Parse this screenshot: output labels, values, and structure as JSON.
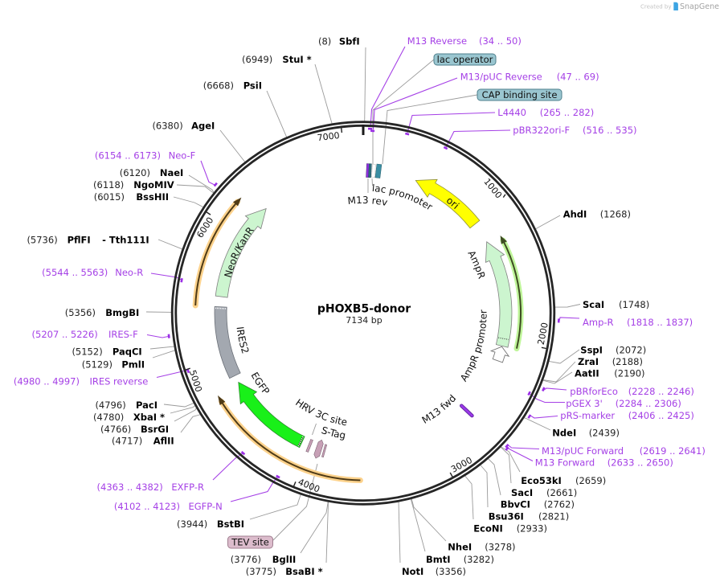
{
  "watermark": {
    "prefix": "Created by",
    "brand": "SnapGene"
  },
  "map": {
    "name": "pHOXB5-donor",
    "size": "7134 bp"
  },
  "ticks": [
    "1000",
    "2000",
    "3000",
    "4000",
    "5000",
    "6000",
    "7000"
  ],
  "features": [
    {
      "label": "ori"
    },
    {
      "label": "lac promoter"
    },
    {
      "label": "M13 rev"
    },
    {
      "label": "AmpR"
    },
    {
      "label": "AmpR promoter"
    },
    {
      "label": "M13 fwd"
    },
    {
      "label": "NeoR/KanR"
    },
    {
      "label": "IRES2"
    },
    {
      "label": "EGFP"
    },
    {
      "label": "HRV 3C site"
    },
    {
      "label": "S-Tag"
    }
  ],
  "feature_boxes": {
    "lac_operator": "lac operator",
    "cap_binding_site": "CAP binding site",
    "tev_site": "TEV site"
  },
  "enzymes": [
    {
      "name": "SbfI",
      "pos": "(8)"
    },
    {
      "name": "StuI *",
      "pos": "(6949)"
    },
    {
      "name": "PsiI",
      "pos": "(6668)"
    },
    {
      "name": "AgeI",
      "pos": "(6380)"
    },
    {
      "name": "NaeI",
      "pos": "(6120)"
    },
    {
      "name": "NgoMIV",
      "pos": "(6118)"
    },
    {
      "name": "BssHII",
      "pos": "(6015)"
    },
    {
      "name": "PflFI",
      "alt": "- Tth111I",
      "pos": "(5736)"
    },
    {
      "name": "BmgBI",
      "pos": "(5356)"
    },
    {
      "name": "PaqCI",
      "pos": "(5152)"
    },
    {
      "name": "PmlI",
      "pos": "(5129)"
    },
    {
      "name": "PacI",
      "pos": "(4796)"
    },
    {
      "name": "XbaI *",
      "pos": "(4780)"
    },
    {
      "name": "BsrGI",
      "pos": "(4766)"
    },
    {
      "name": "AflII",
      "pos": "(4717)"
    },
    {
      "name": "BstBI",
      "pos": "(3944)"
    },
    {
      "name": "BglII",
      "pos": "(3776)"
    },
    {
      "name": "BsaBI *",
      "pos": "(3775)"
    },
    {
      "name": "NotI",
      "pos": "(3356)"
    },
    {
      "name": "BmtI",
      "pos": "(3282)"
    },
    {
      "name": "NheI",
      "pos": "(3278)"
    },
    {
      "name": "EcoNI",
      "pos": "(2933)"
    },
    {
      "name": "Bsu36I",
      "pos": "(2821)"
    },
    {
      "name": "BbvCI",
      "pos": "(2762)"
    },
    {
      "name": "SacI",
      "pos": "(2661)"
    },
    {
      "name": "Eco53kI",
      "pos": "(2659)"
    },
    {
      "name": "NdeI",
      "pos": "(2439)"
    },
    {
      "name": "AatII",
      "pos": "(2190)"
    },
    {
      "name": "ZraI",
      "pos": "(2188)"
    },
    {
      "name": "SspI",
      "pos": "(2072)"
    },
    {
      "name": "ScaI",
      "pos": "(1748)"
    },
    {
      "name": "AhdI",
      "pos": "(1268)"
    }
  ],
  "primers": [
    {
      "name": "M13 Reverse",
      "range": "(34 .. 50)"
    },
    {
      "name": "M13/pUC Reverse",
      "range": "(47 .. 69)"
    },
    {
      "name": "L4440",
      "range": "(265 .. 282)"
    },
    {
      "name": "pBR322ori-F",
      "range": "(516 .. 535)"
    },
    {
      "name": "Amp-R",
      "range": "(1818 .. 1837)"
    },
    {
      "name": "pBRforEco",
      "range": "(2228 .. 2246)"
    },
    {
      "name": "pGEX 3'",
      "range": "(2284 .. 2306)"
    },
    {
      "name": "pRS-marker",
      "range": "(2406 .. 2425)"
    },
    {
      "name": "M13/pUC Forward",
      "range": "(2619 .. 2641)"
    },
    {
      "name": "M13 Forward",
      "range": "(2633 .. 2650)"
    },
    {
      "name": "EGFP-N",
      "range": "(4102 .. 4123)"
    },
    {
      "name": "EXFP-R",
      "range": "(4363 .. 4382)"
    },
    {
      "name": "IRES reverse",
      "range": "(4980 .. 4997)"
    },
    {
      "name": "IRES-F",
      "range": "(5207 .. 5226)"
    },
    {
      "name": "Neo-R",
      "range": "(5544 .. 5563)"
    },
    {
      "name": "Neo-F",
      "range": "(6154 .. 6173)"
    }
  ],
  "colors": {
    "primer": "#a540e6",
    "ori": "#ffff00",
    "resistance_marker": "#ccf5cc",
    "egfp": "#19f019",
    "ires": "#a3a8b0",
    "orf_glow_orange": "#fcd28c",
    "orf_glow_green": "#bff59a",
    "regulatory_box": "#9ac6d0",
    "tag_pink": "#c7a0b6"
  }
}
